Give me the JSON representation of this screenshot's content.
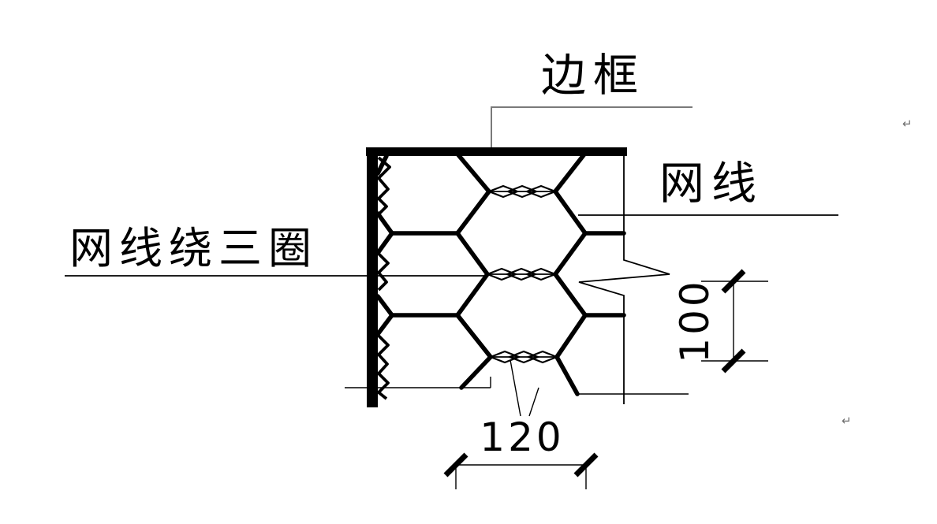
{
  "annotations": {
    "frame_label": "边框",
    "mesh_wire_label": "网线",
    "wire_wrap_label": "网线绕三圈",
    "width_dimension": "120",
    "height_dimension": "100",
    "paragraph_mark": "↵"
  },
  "colors": {
    "line": "#000000",
    "leader": "#7a7a7a",
    "mark": "#6e6e6e",
    "background": "#ffffff"
  }
}
